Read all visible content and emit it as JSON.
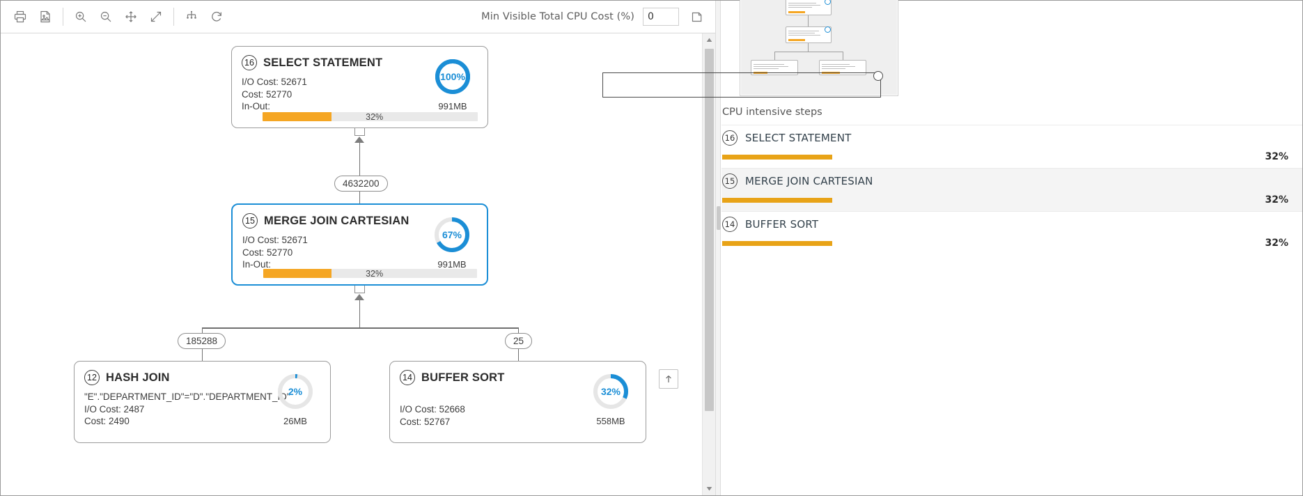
{
  "toolbar": {
    "buttons": [
      {
        "name": "print-icon",
        "title": "Print"
      },
      {
        "name": "save-image-icon",
        "title": "Save as image"
      },
      {
        "name": "zoom-in-icon",
        "title": "Zoom In"
      },
      {
        "name": "zoom-out-icon",
        "title": "Zoom Out"
      },
      {
        "name": "pan-icon",
        "title": "Pan"
      },
      {
        "name": "fit-screen-icon",
        "title": "Fit to screen"
      },
      {
        "name": "tree-layout-icon",
        "title": "Tree layout"
      },
      {
        "name": "refresh-icon",
        "title": "Refresh"
      }
    ],
    "filter_label": "Min Visible Total CPU Cost (%)",
    "filter_value": "0",
    "note_icon": "note-icon"
  },
  "colors": {
    "accent_blue": "#1b8ed6",
    "bar_orange": "#f5a623",
    "list_orange": "#e8a317",
    "node_border": "#9b9b9b",
    "selected_border": "#1b8ed6"
  },
  "diagram": {
    "nodes": [
      {
        "step": "16",
        "title": "SELECT STATEMENT",
        "predicate": "",
        "io_cost": "I/O Cost: 52671",
        "cost": "Cost: 52770",
        "inout": "In-Out:",
        "percent": "32%",
        "percent_value": 32,
        "donut_label": "100%",
        "donut_value": 100,
        "size": "991MB",
        "selected": false
      },
      {
        "step": "15",
        "title": "MERGE JOIN CARTESIAN",
        "predicate": "",
        "io_cost": "I/O Cost: 52671",
        "cost": "Cost: 52770",
        "inout": "In-Out:",
        "percent": "32%",
        "percent_value": 32,
        "donut_label": "67%",
        "donut_value": 67,
        "size": "991MB",
        "selected": true
      },
      {
        "step": "12",
        "title": "HASH JOIN",
        "predicate": "\"E\".\"DEPARTMENT_ID\"=\"D\".\"DEPARTMENT_ID\"",
        "io_cost": "I/O Cost: 2487",
        "cost": "Cost: 2490",
        "inout": "",
        "percent": "",
        "percent_value": 0,
        "donut_label": "2%",
        "donut_value": 2,
        "size": "26MB",
        "selected": false
      },
      {
        "step": "14",
        "title": "BUFFER SORT",
        "predicate": "",
        "io_cost": "I/O Cost: 52668",
        "cost": "Cost: 52767",
        "inout": "",
        "percent": "",
        "percent_value": 0,
        "donut_label": "32%",
        "donut_value": 32,
        "size": "558MB",
        "selected": false
      }
    ],
    "edge_labels": [
      "4632200",
      "185288",
      "25"
    ],
    "scroll_up_button": "scroll-to-top-button"
  },
  "right_panel": {
    "minimap_name": "minimap",
    "steps_title": "CPU intensive steps",
    "steps": [
      {
        "step": "16",
        "label": "SELECT STATEMENT",
        "percent": "32%",
        "percent_value": 32,
        "hovered": false
      },
      {
        "step": "15",
        "label": "MERGE JOIN CARTESIAN",
        "percent": "32%",
        "percent_value": 32,
        "hovered": true
      },
      {
        "step": "14",
        "label": "BUFFER SORT",
        "percent": "32%",
        "percent_value": 32,
        "hovered": false
      }
    ]
  }
}
